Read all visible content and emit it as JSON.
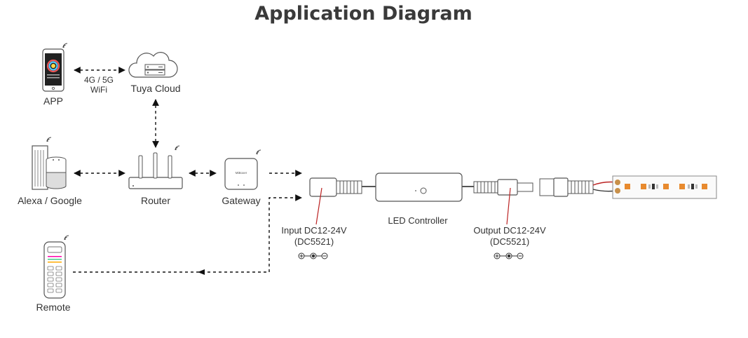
{
  "title": "Application Diagram",
  "nodes": {
    "app": "APP",
    "cloud": "Tuya Cloud",
    "alexa": "Alexa / Google",
    "router": "Router",
    "gateway": "Gateway",
    "remote": "Remote",
    "controller": "LED Controller",
    "gateway_brand": "MiBoxer"
  },
  "links": {
    "app_cloud_line1": "4G / 5G",
    "app_cloud_line2": "WiFi"
  },
  "ports": {
    "input_line1": "Input DC12-24V",
    "input_line2": "(DC5521)",
    "output_line1": "Output DC12-24V",
    "output_line2": "(DC5521)"
  }
}
